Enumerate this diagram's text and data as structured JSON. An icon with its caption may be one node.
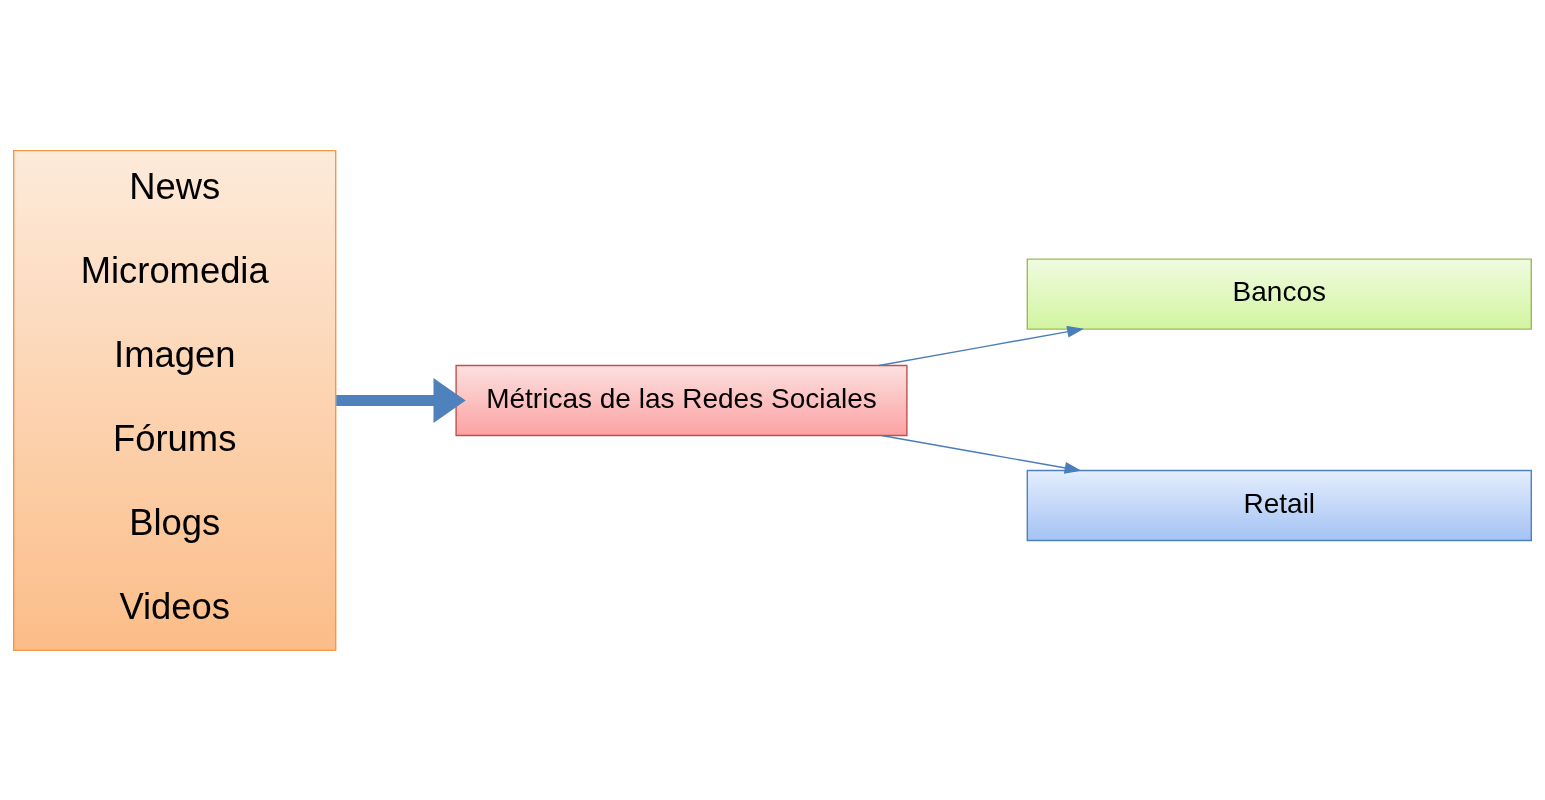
{
  "diagram": {
    "nodes": [
      {
        "text": [
          "News",
          "Micromedia",
          "Imagen",
          "Fórums",
          "Blogs",
          "Videos"
        ]
      },
      {
        "text": [
          "Métricas de las Redes Sociales"
        ]
      },
      {
        "text": [
          "Bancos"
        ]
      },
      {
        "text": [
          "Retail"
        ]
      }
    ],
    "edges": [
      {
        "from": 0,
        "to": 1,
        "arrow": "to",
        "style": "thick"
      },
      {
        "from": 1,
        "to": 2,
        "arrow": "to"
      },
      {
        "from": 1,
        "to": 3,
        "arrow": "to"
      }
    ]
  }
}
